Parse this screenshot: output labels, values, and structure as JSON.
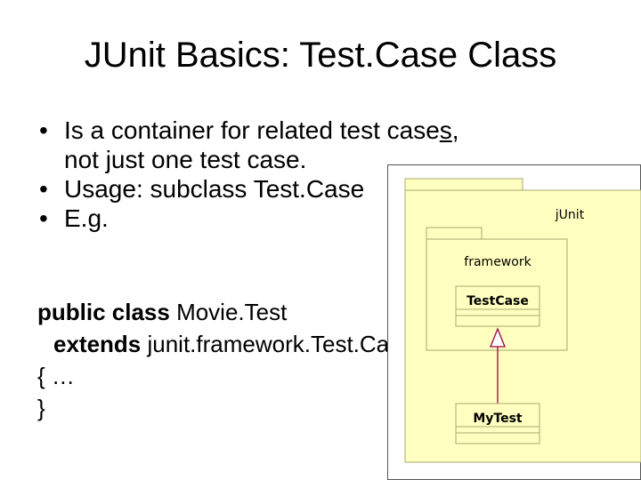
{
  "slide": {
    "title": "JUnit Basics: Test.Case Class",
    "bullets": [
      {
        "marker": "•",
        "pre": "Is a container for related test case",
        "underlined": "s",
        "post": ","
      },
      {
        "text": "not just one test case."
      },
      {
        "marker": "•",
        "text": "Usage: subclass Test.Case"
      },
      {
        "marker": "•",
        "text": "E.g."
      }
    ],
    "code": {
      "line1_kw": "public class",
      "line1_rest": " Movie.Test",
      "line2_kw": "extends",
      "line2_rest": " junit.framework.Test.Case",
      "line3": "{ …",
      "line4": "}"
    }
  },
  "diagram": {
    "outer_package": "jUnit",
    "inner_package": "framework",
    "class_a": "TestCase",
    "class_b": "MyTest",
    "colors": {
      "fill": "#ffffc0",
      "stroke": "#a8a870",
      "arrow": "#990044"
    }
  }
}
